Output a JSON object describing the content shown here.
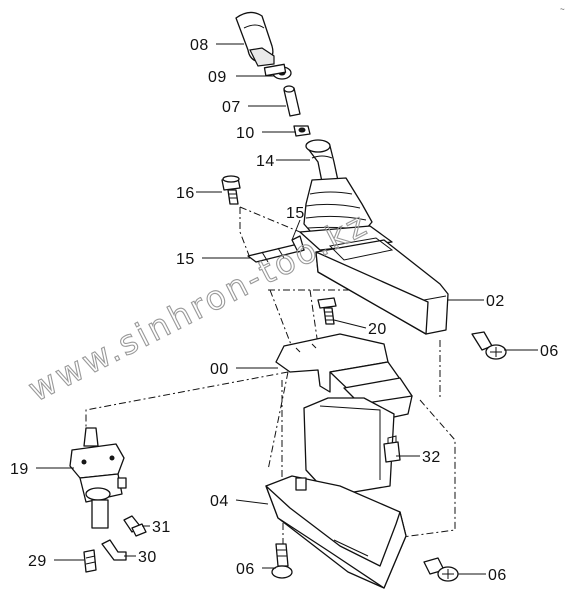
{
  "labels": {
    "p08": "08",
    "p09": "09",
    "p07": "07",
    "p10": "10",
    "p14": "14",
    "p16": "16",
    "p15a": "15",
    "p15b": "15",
    "p02": "02",
    "p20": "20",
    "p06a": "06",
    "p00": "00",
    "p19": "19",
    "p32": "32",
    "p04": "04",
    "p31": "31",
    "p29": "29",
    "p30": "30",
    "p06b": "06",
    "p06c": "06"
  },
  "watermark": "www.sinhron-too.kz",
  "corner_mark": "~"
}
